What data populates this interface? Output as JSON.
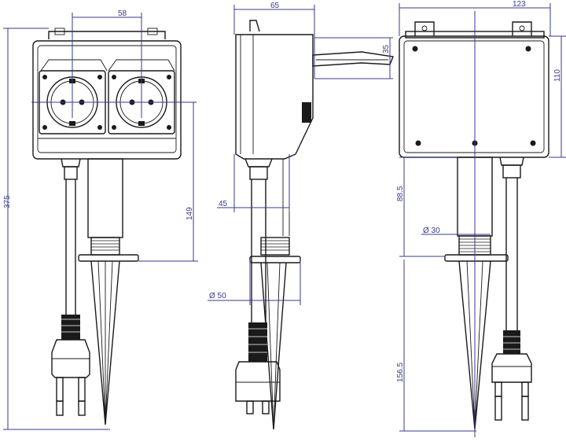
{
  "colors": {
    "outline": "#1a1a1a",
    "dimension": "#3a3a8c",
    "background": "#ffffff"
  },
  "dimensions": {
    "front_width": "58",
    "front_total_height": "375",
    "front_spike_height": "149",
    "side_depth": "65",
    "side_lid_offset": "35",
    "side_stem_offset": "45",
    "side_diameter_flange": "Ø 50",
    "back_width": "123",
    "back_box_height": "110",
    "back_stem_height": "88.5",
    "back_diameter_stem": "Ø 30",
    "back_spike_height": "156.5"
  }
}
